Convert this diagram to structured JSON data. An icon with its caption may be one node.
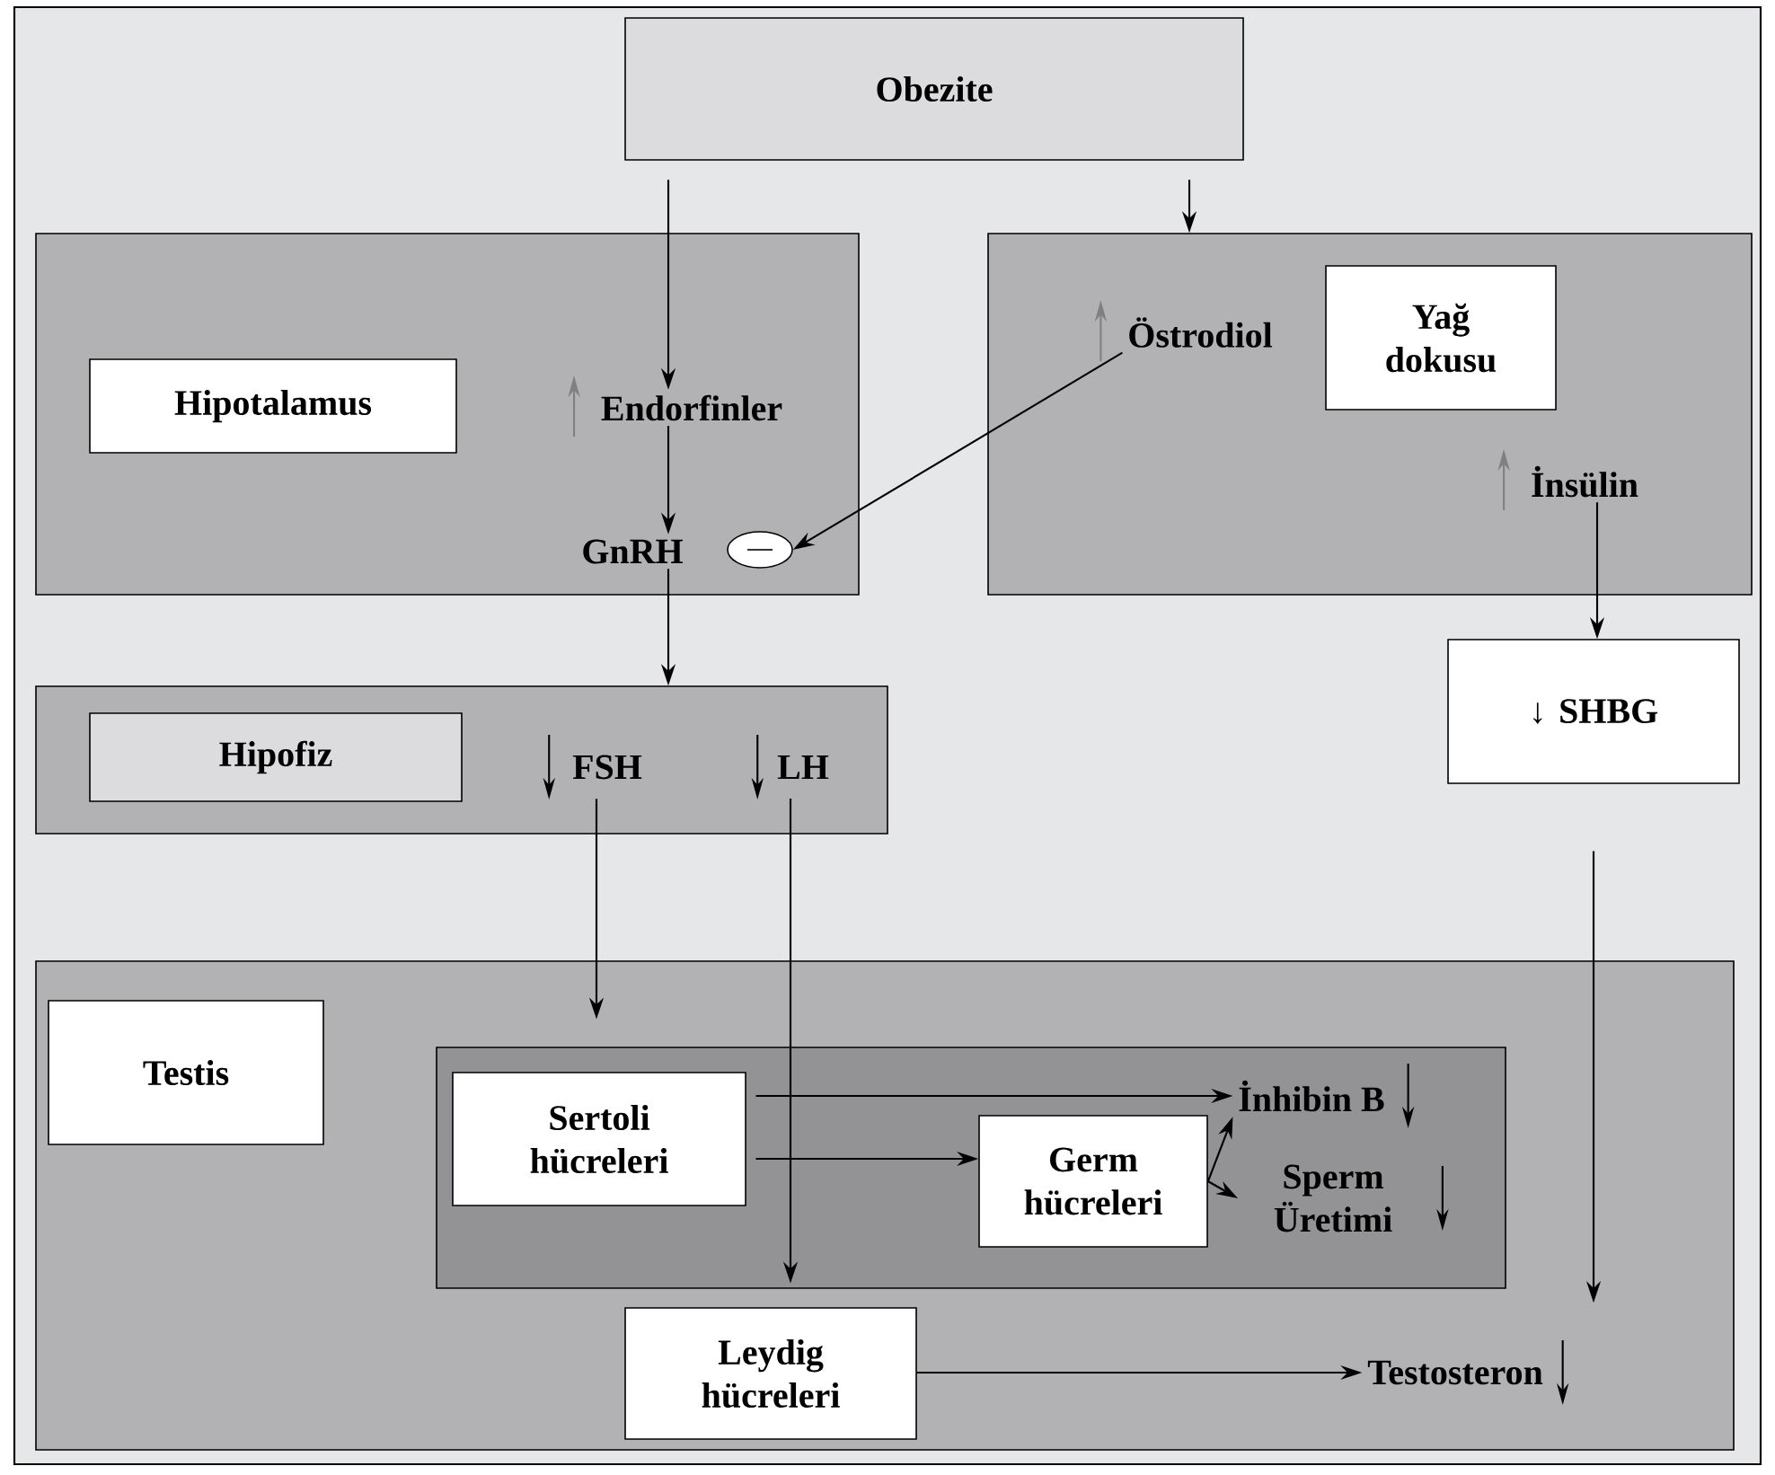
{
  "diagram": {
    "nodes": [
      {
        "text": [
          "Obezite"
        ]
      },
      {
        "text": [],
        "shape": "box"
      },
      {
        "text": [
          "Hipotalamus"
        ],
        "in": 1
      },
      {
        "text": [
          "Endorfinler"
        ],
        "in": 1
      },
      {
        "text": [
          "GnRH"
        ],
        "in": 1
      },
      {
        "text": [],
        "shape": "ellipse",
        "in": 1
      },
      {
        "text": [],
        "shape": "box"
      },
      {
        "text": [
          "Östrodiol"
        ],
        "in": 6
      },
      {
        "text": [
          "Yağ dokusu"
        ],
        "in": 6
      },
      {
        "text": [
          "İnsülin"
        ],
        "in": 6
      },
      {
        "text": [],
        "shape": "box"
      },
      {
        "text": [
          "Hipofiz"
        ],
        "in": 10
      },
      {
        "text": [
          "FSH"
        ],
        "in": 10
      },
      {
        "text": [
          "LH"
        ],
        "in": 10
      },
      {
        "text": [
          "↓ SHBG"
        ]
      },
      {
        "text": [],
        "shape": "box"
      },
      {
        "text": [
          "Testis"
        ],
        "in": 15
      },
      {
        "text": [],
        "shape": "box",
        "in": 15
      },
      {
        "text": [
          "Sertoli hücreleri"
        ],
        "in": 17
      },
      {
        "text": [
          "Germ hücreleri"
        ],
        "in": 17
      },
      {
        "text": [
          "İnhibin B"
        ],
        "in": 17
      },
      {
        "text": [
          "Sperm Üretimi"
        ],
        "in": 17
      },
      {
        "text": [
          "Leydig hücreleri"
        ],
        "in": 15
      },
      {
        "text": [
          "Testosteron"
        ],
        "in": 15
      }
    ],
    "edges": [
      {
        "from": 0,
        "to": 3,
        "arrow": "to"
      },
      {
        "from": 0,
        "to": 6,
        "arrow": "to"
      },
      {
        "from": 3,
        "to": 4,
        "arrow": "to"
      },
      {
        "from": 7,
        "to": 5,
        "arrow": "to"
      },
      {
        "from": 4,
        "to": 10,
        "arrow": "to"
      },
      {
        "from": 9,
        "to": 14,
        "arrow": "to"
      },
      {
        "from": 12,
        "to": 18,
        "arrow": "to"
      },
      {
        "from": 13,
        "to": 22,
        "arrow": "to"
      },
      {
        "from": 14,
        "to": 23,
        "arrow": "to"
      },
      {
        "from": 18,
        "to": 20,
        "arrow": "to"
      },
      {
        "from": 18,
        "to": 19,
        "arrow": "to"
      },
      {
        "from": 19,
        "to": 20,
        "arrow": "to"
      },
      {
        "from": 19,
        "to": 21,
        "arrow": "to"
      },
      {
        "from": 22,
        "to": 23,
        "arrow": "to"
      }
    ]
  }
}
